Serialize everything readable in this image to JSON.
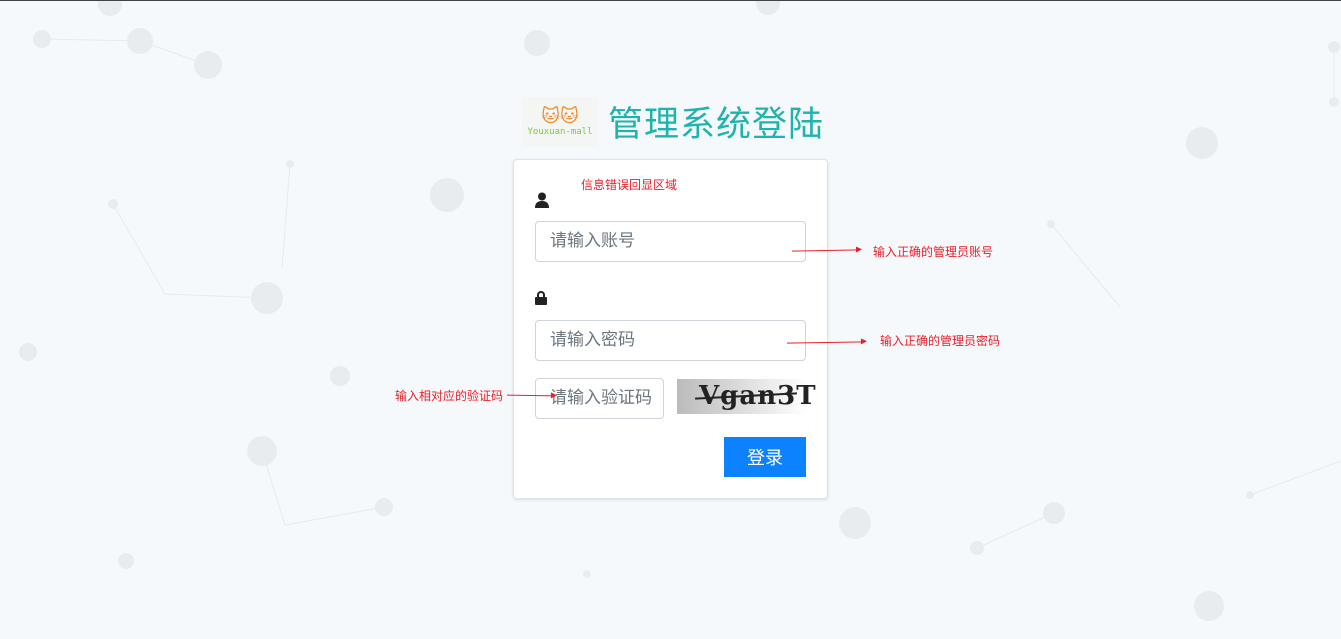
{
  "header": {
    "logo_text": "Youxuan-mall",
    "title": "管理系统登陆"
  },
  "form": {
    "error_area": "信息错误回显区域",
    "username_placeholder": "请输入账号",
    "password_placeholder": "请输入密码",
    "captcha_placeholder": "请输入验证码",
    "captcha_text": "Vgan3T",
    "login_label": "登录"
  },
  "annotations": {
    "username": "输入正确的管理员账号",
    "password": "输入正确的管理员密码",
    "captcha": "输入相对应的验证码"
  },
  "colors": {
    "title": "#1fb3ad",
    "button": "#0d82ff",
    "annotation": "#e8202a"
  }
}
